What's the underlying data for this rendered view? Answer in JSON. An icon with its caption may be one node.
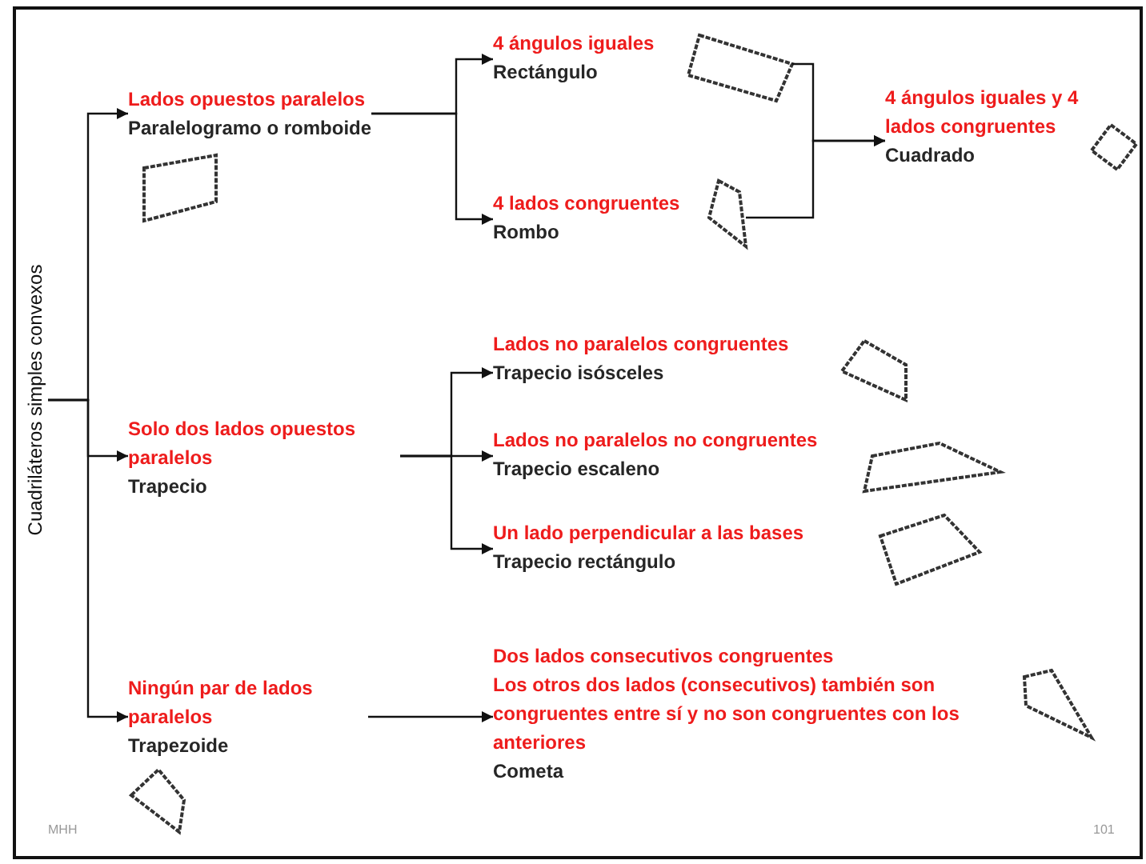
{
  "diagram": {
    "nodes": [
      {
        "text": [
          "Cuadriláteros simples convexos"
        ]
      },
      {
        "text": [
          "Lados opuestos paralelos",
          "Paralelogramo o romboide"
        ]
      },
      {
        "text": [
          "4 ángulos iguales",
          "Rectángulo"
        ]
      },
      {
        "text": [
          "4 lados congruentes",
          "Rombo"
        ]
      },
      {
        "text": [
          "4 ángulos iguales y 4 lados congruentes",
          "Cuadrado"
        ]
      },
      {
        "text": [
          "Solo dos lados opuestos paralelos",
          "Trapecio"
        ]
      },
      {
        "text": [
          "Lados no paralelos congruentes",
          "Trapecio isósceles"
        ]
      },
      {
        "text": [
          "Lados no paralelos no congruentes",
          "Trapecio escaleno"
        ]
      },
      {
        "text": [
          "Un lado perpendicular a las bases",
          "Trapecio rectángulo"
        ]
      },
      {
        "text": [
          "Ningún par de lados paralelos",
          "Trapezoide"
        ]
      },
      {
        "text": [
          "Dos lados consecutivos congruentes",
          "Los otros dos lados (consecutivos) también son congruentes entre sí y no son congruentes con los anteriores",
          "Cometa"
        ]
      }
    ],
    "edges": [
      {
        "from": 0,
        "to": 1,
        "arrow": "to"
      },
      {
        "from": 0,
        "to": 5,
        "arrow": "to"
      },
      {
        "from": 0,
        "to": 9,
        "arrow": "to"
      },
      {
        "from": 1,
        "to": 2,
        "arrow": "to"
      },
      {
        "from": 1,
        "to": 3,
        "arrow": "to"
      },
      {
        "from": 2,
        "to": 4,
        "arrow": "to"
      },
      {
        "from": 3,
        "to": 4,
        "arrow": "to"
      },
      {
        "from": 5,
        "to": 6,
        "arrow": "to"
      },
      {
        "from": 5,
        "to": 7,
        "arrow": "to"
      },
      {
        "from": 5,
        "to": 8,
        "arrow": "to"
      },
      {
        "from": 9,
        "to": 10,
        "arrow": "to"
      }
    ],
    "labels": [
      "MHH",
      "101"
    ]
  }
}
